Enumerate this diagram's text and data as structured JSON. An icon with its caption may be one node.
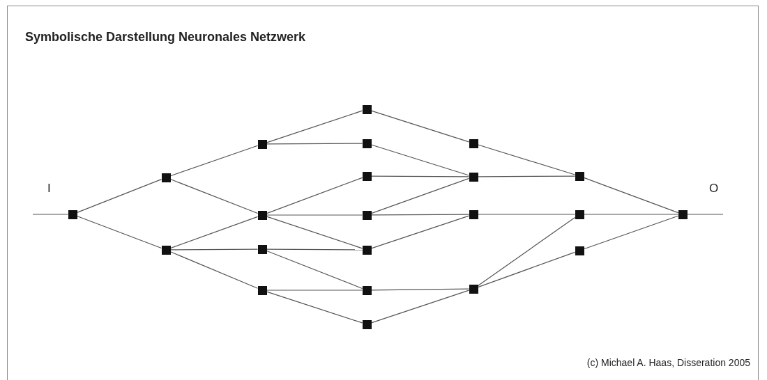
{
  "diagram": {
    "title": "Symbolische Darstellung Neuronales Netzwerk",
    "caption": "(c) Michael A. Haas, Disseration 2005",
    "nodes": [
      {
        "text": [],
        "shape": "box"
      },
      {
        "text": [],
        "shape": "box"
      },
      {
        "text": [],
        "shape": "box"
      },
      {
        "text": [],
        "shape": "box"
      },
      {
        "text": [],
        "shape": "box"
      },
      {
        "text": [],
        "shape": "box"
      },
      {
        "text": [],
        "shape": "box"
      },
      {
        "text": [],
        "shape": "box"
      },
      {
        "text": [],
        "shape": "box"
      },
      {
        "text": [],
        "shape": "box"
      },
      {
        "text": [],
        "shape": "box"
      },
      {
        "text": [],
        "shape": "box"
      },
      {
        "text": [],
        "shape": "box"
      },
      {
        "text": [],
        "shape": "box"
      },
      {
        "text": [],
        "shape": "box"
      },
      {
        "text": [],
        "shape": "box"
      },
      {
        "text": [],
        "shape": "box"
      },
      {
        "text": [],
        "shape": "box"
      },
      {
        "text": [],
        "shape": "box"
      },
      {
        "text": [],
        "shape": "box"
      },
      {
        "text": [],
        "shape": "box"
      },
      {
        "text": [],
        "shape": "box"
      }
    ],
    "edges": [
      {
        "from": null,
        "to": 0,
        "arrow": "none"
      },
      {
        "from": 0,
        "to": 1,
        "arrow": "none"
      },
      {
        "from": 0,
        "to": 2,
        "arrow": "none"
      },
      {
        "from": 1,
        "to": 3,
        "arrow": "none"
      },
      {
        "from": 1,
        "to": 4,
        "arrow": "none"
      },
      {
        "from": 2,
        "to": 4,
        "arrow": "none"
      },
      {
        "from": 2,
        "to": 5,
        "arrow": "none"
      },
      {
        "from": 2,
        "to": 6,
        "arrow": "none"
      },
      {
        "from": 3,
        "to": 7,
        "arrow": "none"
      },
      {
        "from": 3,
        "to": 8,
        "arrow": "none"
      },
      {
        "from": 4,
        "to": 9,
        "arrow": "none"
      },
      {
        "from": 4,
        "to": 10,
        "arrow": "none"
      },
      {
        "from": 4,
        "to": 11,
        "arrow": "none"
      },
      {
        "from": 5,
        "to": 11,
        "arrow": "none"
      },
      {
        "from": 5,
        "to": 12,
        "arrow": "none"
      },
      {
        "from": 6,
        "to": 12,
        "arrow": "none"
      },
      {
        "from": 6,
        "to": 13,
        "arrow": "none"
      },
      {
        "from": 7,
        "to": 14,
        "arrow": "none"
      },
      {
        "from": 8,
        "to": 15,
        "arrow": "none"
      },
      {
        "from": 9,
        "to": 15,
        "arrow": "none"
      },
      {
        "from": 10,
        "to": 15,
        "arrow": "none"
      },
      {
        "from": 10,
        "to": 16,
        "arrow": "none"
      },
      {
        "from": 11,
        "to": 16,
        "arrow": "none"
      },
      {
        "from": 12,
        "to": 17,
        "arrow": "none"
      },
      {
        "from": 13,
        "to": 17,
        "arrow": "none"
      },
      {
        "from": 14,
        "to": 18,
        "arrow": "none"
      },
      {
        "from": 15,
        "to": 18,
        "arrow": "none"
      },
      {
        "from": 16,
        "to": 19,
        "arrow": "none"
      },
      {
        "from": 17,
        "to": 19,
        "arrow": "none"
      },
      {
        "from": 17,
        "to": 20,
        "arrow": "none"
      },
      {
        "from": 18,
        "to": 21,
        "arrow": "none"
      },
      {
        "from": 19,
        "to": 21,
        "arrow": "none"
      },
      {
        "from": 20,
        "to": 21,
        "arrow": "none"
      },
      {
        "from": 21,
        "to": null,
        "arrow": "none"
      }
    ],
    "labels": [
      "I",
      "O"
    ]
  }
}
